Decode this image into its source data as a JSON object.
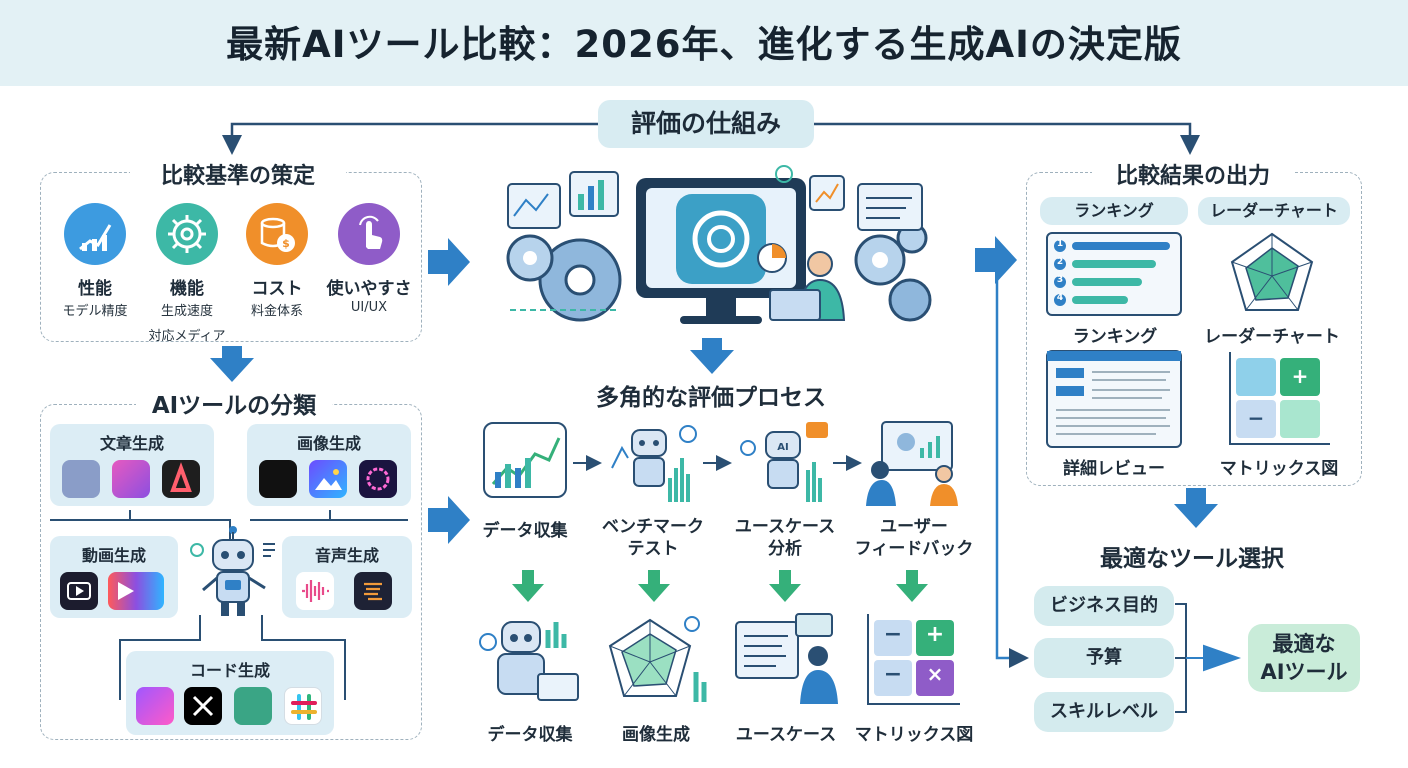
{
  "title": "最新AIツール比較：2026年、進化する生成AIの決定版",
  "evaluation_label": "評価の仕組み",
  "criteria": {
    "title": "比較基準の策定",
    "items": [
      {
        "label": "性能",
        "sub": "モデル精度",
        "icon": "chart-icon",
        "color": "#3d9be0"
      },
      {
        "label": "機能",
        "sub": "生成速度",
        "sub2": "対応メディア",
        "icon": "gear-icon",
        "color": "#3db8a6"
      },
      {
        "label": "コスト",
        "sub": "料金体系",
        "icon": "coins-icon",
        "color": "#f08f2a"
      },
      {
        "label": "使いやすさ",
        "sub": "UI/UX",
        "icon": "hand-pointer-icon",
        "color": "#8f5cc8"
      }
    ]
  },
  "classification": {
    "title": "AIツールの分類",
    "categories": {
      "text": "文章生成",
      "image": "画像生成",
      "video": "動画生成",
      "audio": "音声生成",
      "code": "コード生成"
    }
  },
  "process": {
    "title": "多角的な評価プロセス",
    "steps": [
      "データ収集",
      "ベンチマーク\nテスト",
      "ユースケース\n分析",
      "ユーザー\nフィードバック"
    ],
    "outputs": [
      "データ収集",
      "画像生成",
      "ユースケース",
      "マトリックス図"
    ]
  },
  "results": {
    "title": "比較結果の出力",
    "tabs": [
      "ランキング",
      "レーダーチャート"
    ],
    "items": [
      "ランキング",
      "レーダーチャート",
      "詳細レビュー",
      "マトリックス図"
    ],
    "ranking_numbers": [
      "1",
      "2",
      "3",
      "4"
    ]
  },
  "matrix_symbols": {
    "minus": "−",
    "plus": "+",
    "times": "×"
  },
  "selection": {
    "title": "最適なツール選択",
    "options": [
      "ビジネス目的",
      "予算",
      "スキルレベル"
    ],
    "result": "最適な\nAIツール"
  },
  "colors": {
    "header_bg": "#e3f1f5",
    "accent_blue": "#2f80c6",
    "accent_green": "#35b07a",
    "teal": "#3db8a6"
  }
}
